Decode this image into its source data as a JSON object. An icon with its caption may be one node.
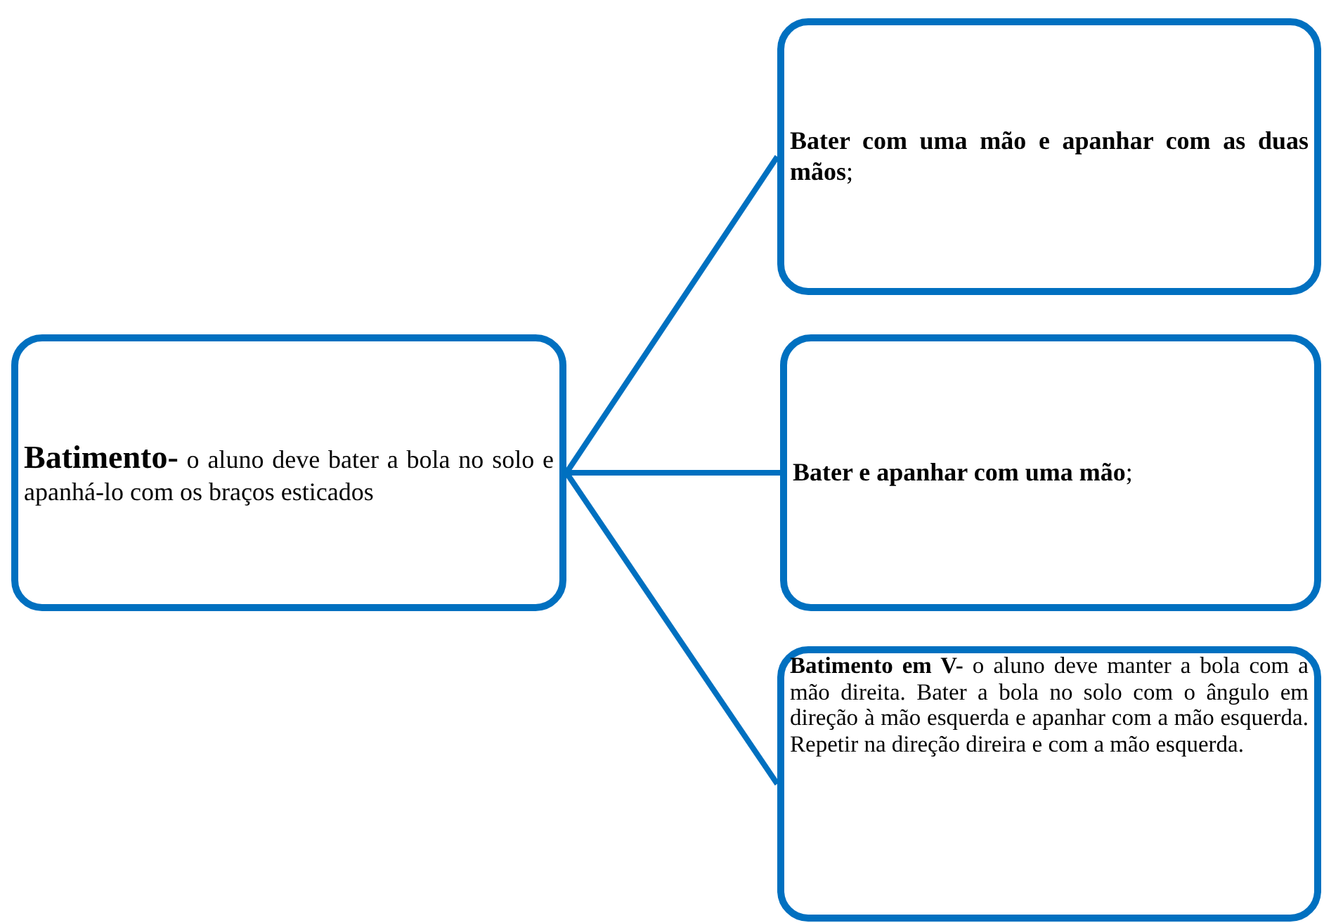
{
  "diagram": {
    "nodes": [
      {
        "text": [
          "**Batimento-** o aluno deve bater a bola no solo e apanhá-lo com os braços esticados"
        ]
      },
      {
        "text": [
          "**Bater com uma mão e apanhar com as duas mãos**;"
        ]
      },
      {
        "text": [
          "**Bater e apanhar com uma mão**;"
        ]
      },
      {
        "text": [
          "**Batimento em V-** o aluno deve manter a bola com a mão direita. Bater a bola no solo com o ângulo em direção à mão esquerda e apanhar com a mão esquerda. Repetir na direção direira e com a mão esquerda."
        ]
      }
    ],
    "edges": [
      {
        "from": 0,
        "to": 1,
        "arrow": "none"
      },
      {
        "from": 0,
        "to": 2,
        "arrow": "none"
      },
      {
        "from": 0,
        "to": 3,
        "arrow": "none"
      }
    ]
  }
}
